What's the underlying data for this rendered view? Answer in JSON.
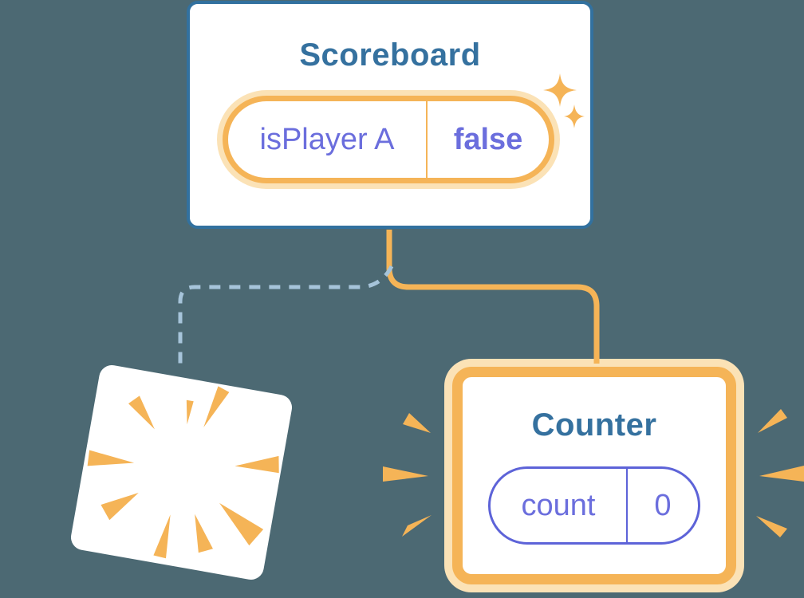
{
  "diagram": {
    "description": "Component tree diagram: Scoreboard keeps state while a child component is destroyed and Counter is mounted with fresh state",
    "scoreboard": {
      "title": "Scoreboard",
      "state": {
        "label": "isPlayer A",
        "value": "false"
      }
    },
    "counter": {
      "title": "Counter",
      "state": {
        "label": "count",
        "value": "0"
      }
    },
    "destroyed_component": {
      "icon": "starburst"
    },
    "decorations": {
      "sparkles_icon": "two four-point stars",
      "emphasis_marks": "radiating wedges left and right of Counter"
    },
    "connectors": {
      "active_branch": "solid orange line from Scoreboard to Counter",
      "removed_branch": "dashed blue line from Scoreboard to destroyed component"
    }
  },
  "colors": {
    "background": "#4C6973",
    "card_background": "#FFFFFF",
    "card_border_blue": "#32719F",
    "title_text": "#35719F",
    "state_text_purple": "#6B6EDD",
    "pill_border_purple": "#5D63D8",
    "orange": "#F5B457",
    "orange_halo": "#FBE2B6",
    "dashed_line": "#A6C4DA"
  }
}
